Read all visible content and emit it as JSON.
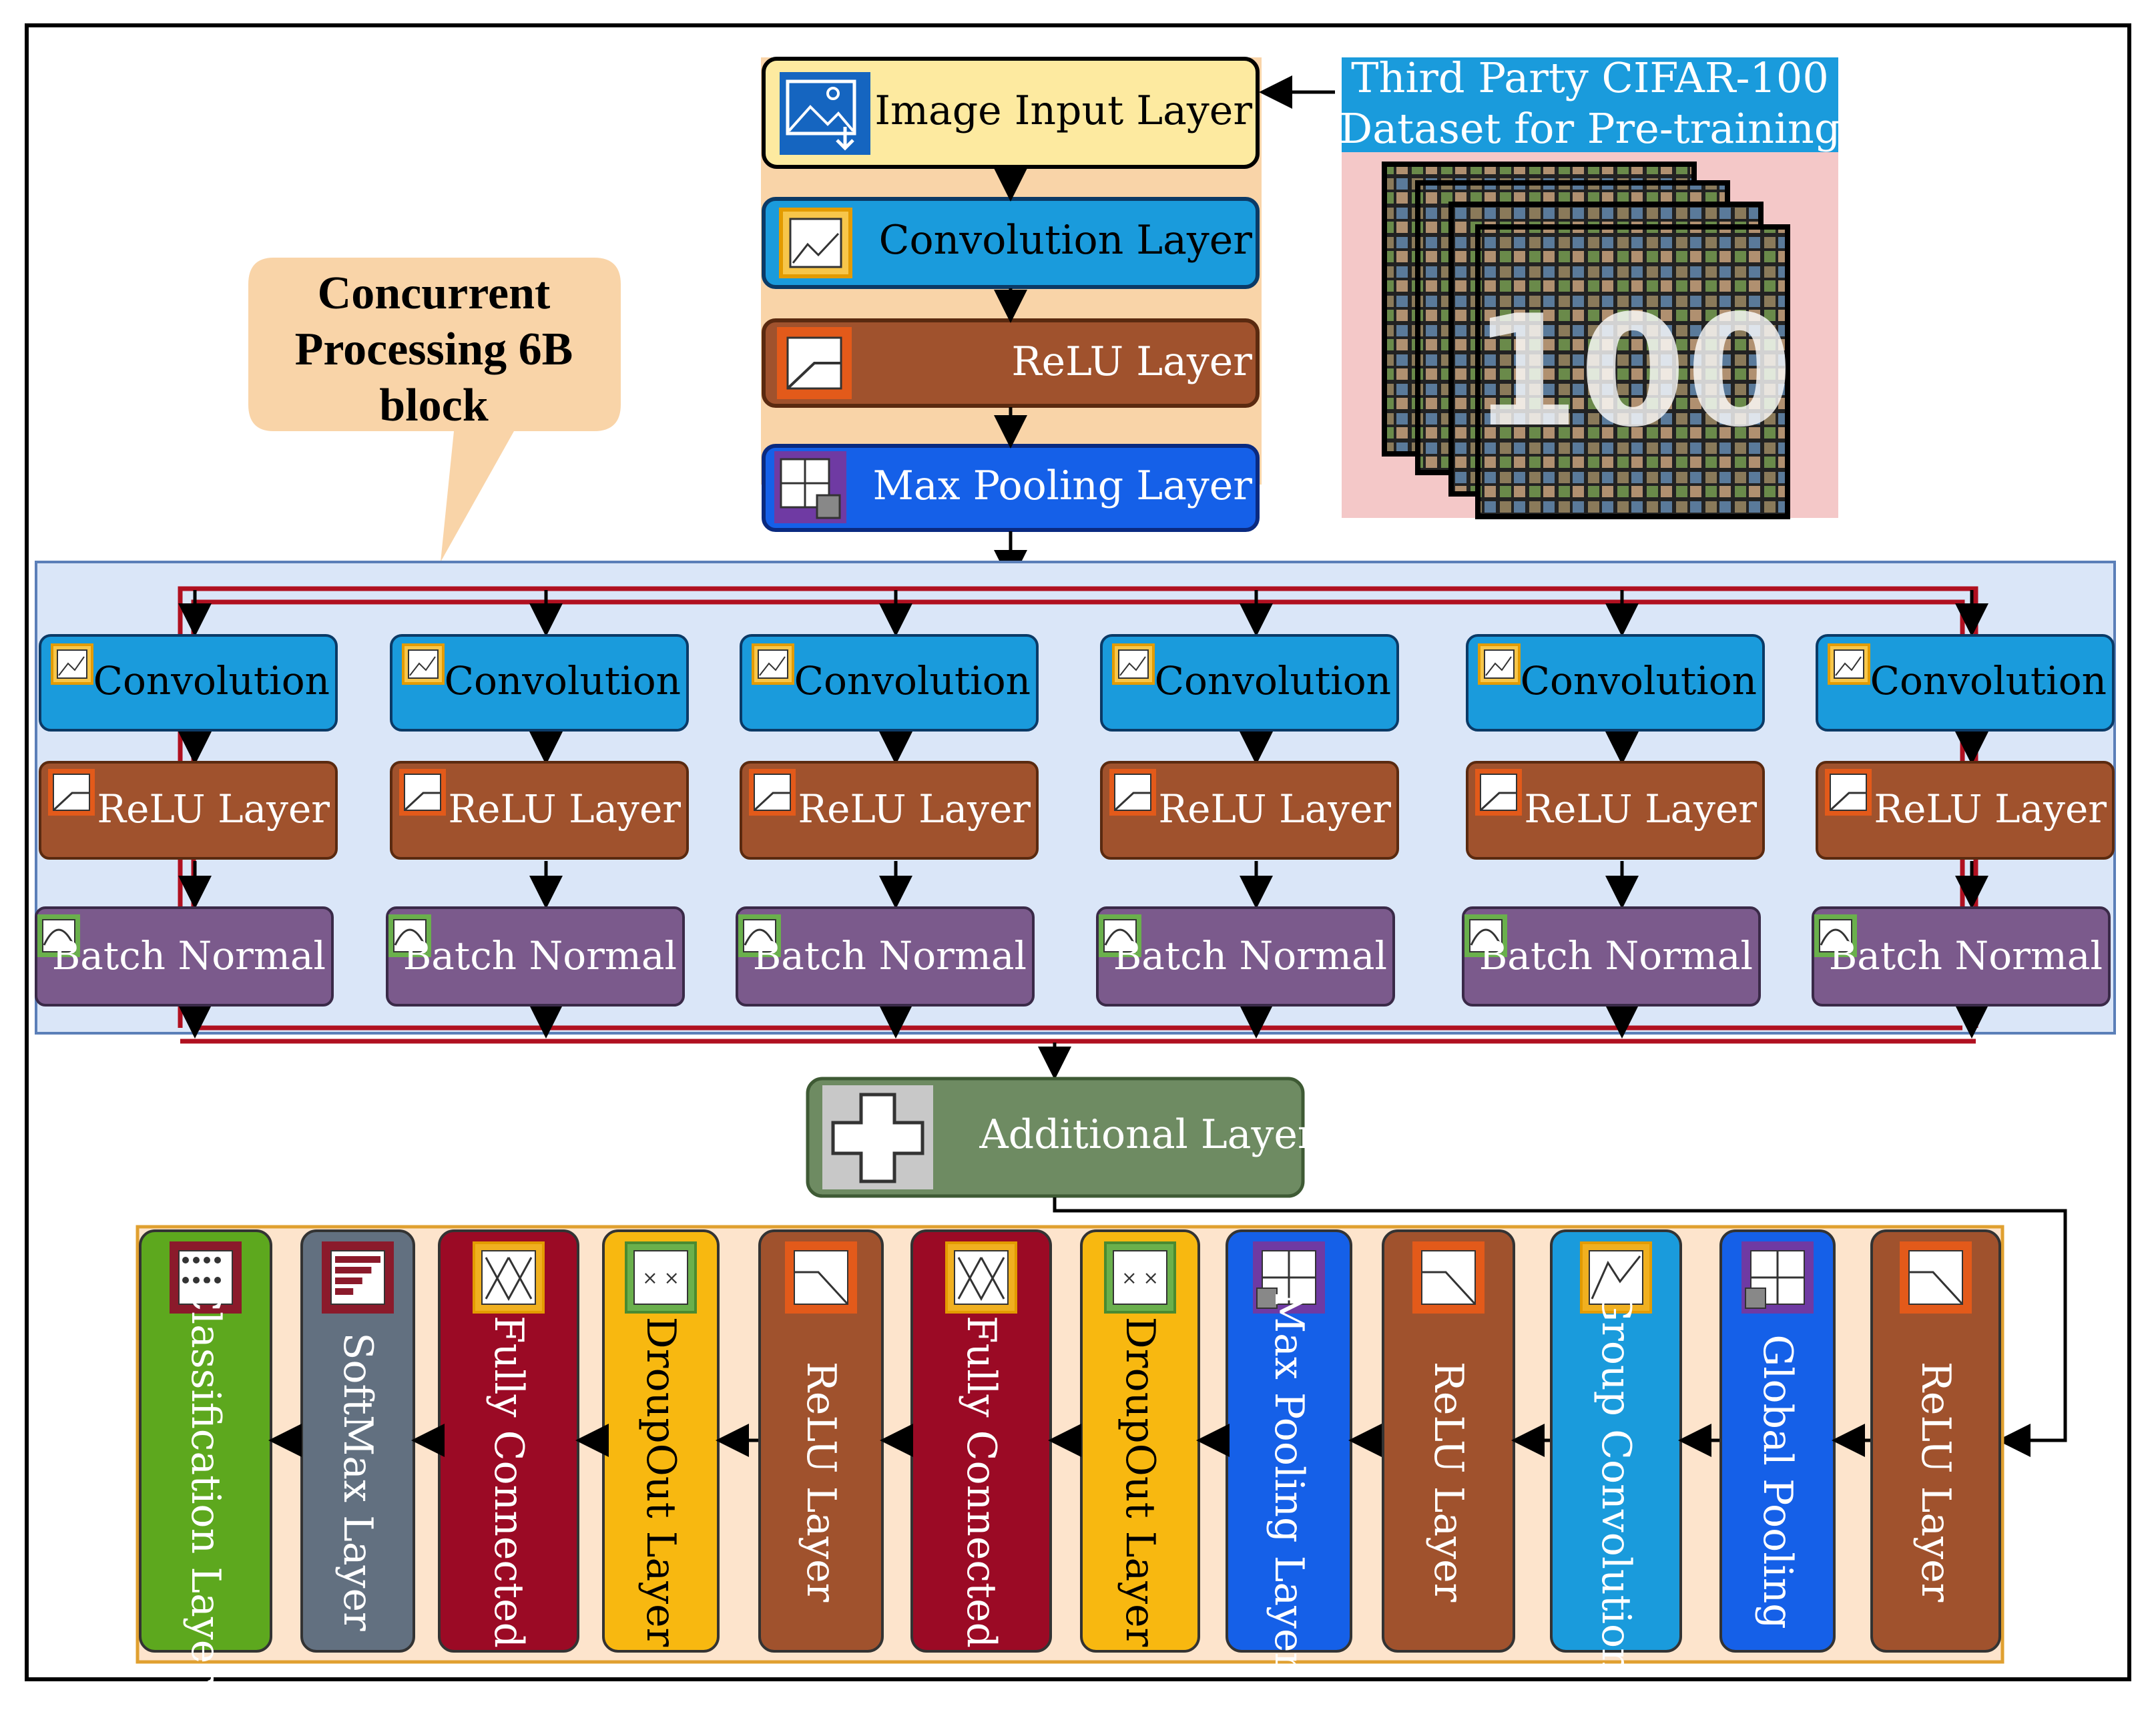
{
  "top_stack": [
    {
      "key": "input",
      "label": "Image Input Layer",
      "fill": "#fdeaa0",
      "edge": "#000000",
      "text": "#000000",
      "icon": "image-input-icon",
      "icon_bg": "#1565c0",
      "icon_edge": "#1565c0"
    },
    {
      "key": "conv",
      "label": "Convolution Layer",
      "fill": "#1a9bdc",
      "edge": "#0b3a66",
      "text": "#000000",
      "icon": "convolution-icon",
      "icon_bg": "#f7c64a",
      "icon_edge": "#e39b00"
    },
    {
      "key": "relu",
      "label": "ReLU  Layer",
      "fill": "#a0522d",
      "edge": "#5a2a10",
      "text": "#ffffff",
      "icon": "relu-icon",
      "icon_bg": "#e35a1a",
      "icon_edge": "#e35a1a"
    },
    {
      "key": "maxpool",
      "label": "Max Pooling Layer",
      "fill": "#1560e8",
      "edge": "#0a2a80",
      "text": "#ffffff",
      "icon": "max-pooling-icon",
      "icon_bg": "#6f3aa3",
      "icon_edge": "#6f3aa3"
    }
  ],
  "dataset": {
    "title_line1": "Third  Party  CIFAR-100",
    "title_line2": "Dataset for Pre-training",
    "watermark": "100",
    "title_bg": "#1a9bdc",
    "panel_bg": "#f4c8c8"
  },
  "callout": {
    "line1": "Concurrent",
    "line2": "Processing 6B",
    "line3": "block",
    "bg": "#f9d4a8"
  },
  "parallel_block": {
    "bg": "#dae6f8",
    "edge": "#5b7fb8",
    "bus_color": "#b01020",
    "branches": [
      {
        "conv": "Convolution",
        "relu": "ReLU  Layer",
        "bn": "Batch Normal"
      },
      {
        "conv": "Convolution",
        "relu": "ReLU  Layer",
        "bn": "Batch Normal"
      },
      {
        "conv": "Convolution",
        "relu": "ReLU  Layer",
        "bn": "Batch Normal"
      },
      {
        "conv": "Convolution",
        "relu": "ReLU  Layer",
        "bn": "Batch Normal"
      },
      {
        "conv": "Convolution",
        "relu": "ReLU  Layer",
        "bn": "Batch Normal"
      },
      {
        "conv": "Convolution",
        "relu": "ReLU  Layer",
        "bn": "Batch Normal"
      }
    ],
    "conv_fill": "#1a9bdc",
    "relu_fill": "#a0522d",
    "bn_fill": "#7b5a8c"
  },
  "additional": {
    "label": "Additional Layer",
    "fill": "#6e8b62",
    "icon": "plus-icon"
  },
  "bottom_row": {
    "bg": "#fde4cc",
    "edge": "#e0a030",
    "items": [
      {
        "label": "Classification Layer",
        "fill": "#5da81e",
        "icon": "classification-icon",
        "icon_bg": "#8b1a2b"
      },
      {
        "label": "SoftMax Layer",
        "fill": "#627080",
        "icon": "softmax-icon",
        "icon_bg": "#8b1a2b"
      },
      {
        "label": "Fully Connected",
        "fill": "#9b0a25",
        "icon": "fully-connected-icon",
        "icon_bg": "#f0b020"
      },
      {
        "label": "DroupOut Layer",
        "fill": "#f8b810",
        "icon": "dropout-icon",
        "icon_bg": "#6ab04c"
      },
      {
        "label": "ReLU  Layer",
        "fill": "#a0522d",
        "icon": "relu-icon",
        "icon_bg": "#e35a1a"
      },
      {
        "label": "Fully Connected",
        "fill": "#9b0a25",
        "icon": "fully-connected-icon",
        "icon_bg": "#f0b020"
      },
      {
        "label": "DroupOut Layer",
        "fill": "#f8b810",
        "icon": "dropout-icon",
        "icon_bg": "#6ab04c"
      },
      {
        "label": "Max Pooling Layer",
        "fill": "#1560e8",
        "icon": "max-pooling-icon",
        "icon_bg": "#6f3aa3"
      },
      {
        "label": "ReLU  Layer",
        "fill": "#a0522d",
        "icon": "relu-icon",
        "icon_bg": "#e35a1a"
      },
      {
        "label": "Group Convolution",
        "fill": "#1a9bdc",
        "icon": "group-convolution-icon",
        "icon_bg": "#f0b020"
      },
      {
        "label": "Global Pooling",
        "fill": "#1560e8",
        "icon": "global-pooling-icon",
        "icon_bg": "#6f3aa3"
      },
      {
        "label": "ReLU  Layer",
        "fill": "#a0522d",
        "icon": "relu-icon",
        "icon_bg": "#e35a1a"
      }
    ]
  }
}
